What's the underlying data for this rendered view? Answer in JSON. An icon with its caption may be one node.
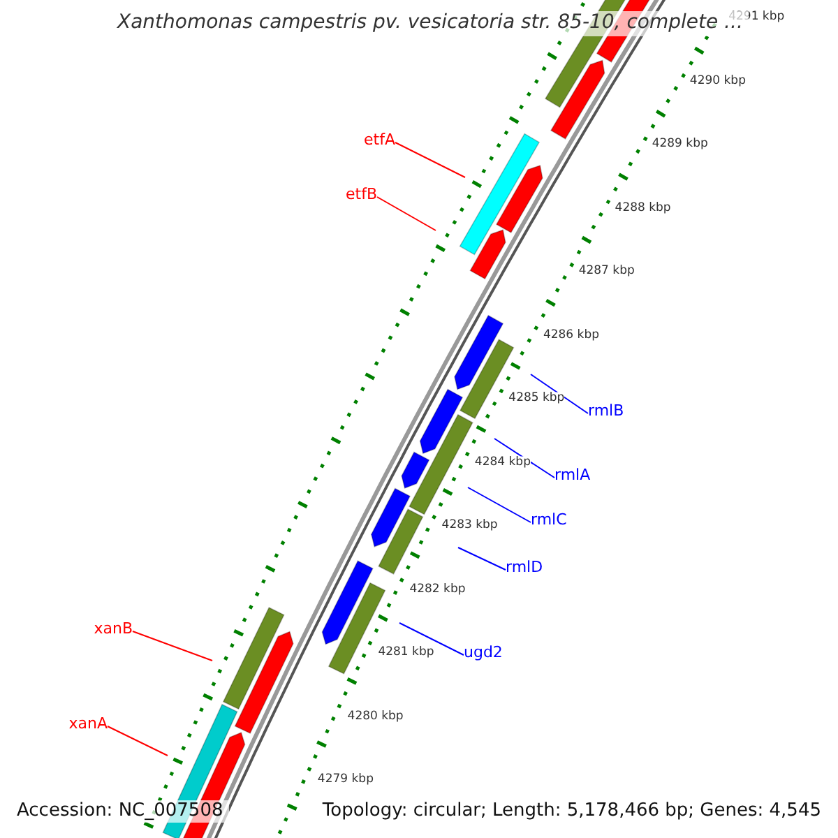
{
  "diagram": {
    "title": "Xanthomonas campestris pv. vesicatoria str. 85-10, complete ...",
    "nodes": [
      {
        "text": [
          "etfA"
        ]
      },
      {
        "text": [
          "etfB"
        ]
      },
      {
        "text": [
          "rmlB"
        ]
      },
      {
        "text": [
          "rmlA"
        ]
      },
      {
        "text": [
          "rmlC"
        ]
      },
      {
        "text": [
          "rmlD"
        ]
      },
      {
        "text": [
          "ugd2"
        ]
      },
      {
        "text": [
          "xanB"
        ]
      },
      {
        "text": [
          "xanA"
        ]
      }
    ],
    "edges": [
      {
        "from": 0,
        "to": null,
        "arrow": "none",
        "color": "#ff0000"
      },
      {
        "from": 1,
        "to": null,
        "arrow": "none",
        "color": "#ff0000"
      },
      {
        "from": 2,
        "to": null,
        "arrow": "none"
      },
      {
        "from": 3,
        "to": null,
        "arrow": "none"
      },
      {
        "from": 4,
        "to": null,
        "arrow": "none"
      },
      {
        "from": 5,
        "to": null,
        "arrow": "none"
      },
      {
        "from": 6,
        "to": null,
        "arrow": "none"
      },
      {
        "from": 7,
        "to": null,
        "arrow": "none",
        "color": "#ff0000"
      },
      {
        "from": 8,
        "to": null,
        "arrow": "none",
        "color": "#ff0000"
      }
    ],
    "labels": [
      "4291 kbp",
      "4290 kbp",
      "4289 kbp",
      "4288 kbp",
      "4287 kbp",
      "4286 kbp",
      "4285 kbp",
      "4284 kbp",
      "4283 kbp",
      "4282 kbp",
      "4281 kbp",
      "4280 kbp",
      "4279 kbp",
      "Accession: NC_007508",
      "Topology: circular; Length: 5,178,466 bp; Genes: 4,545"
    ]
  }
}
